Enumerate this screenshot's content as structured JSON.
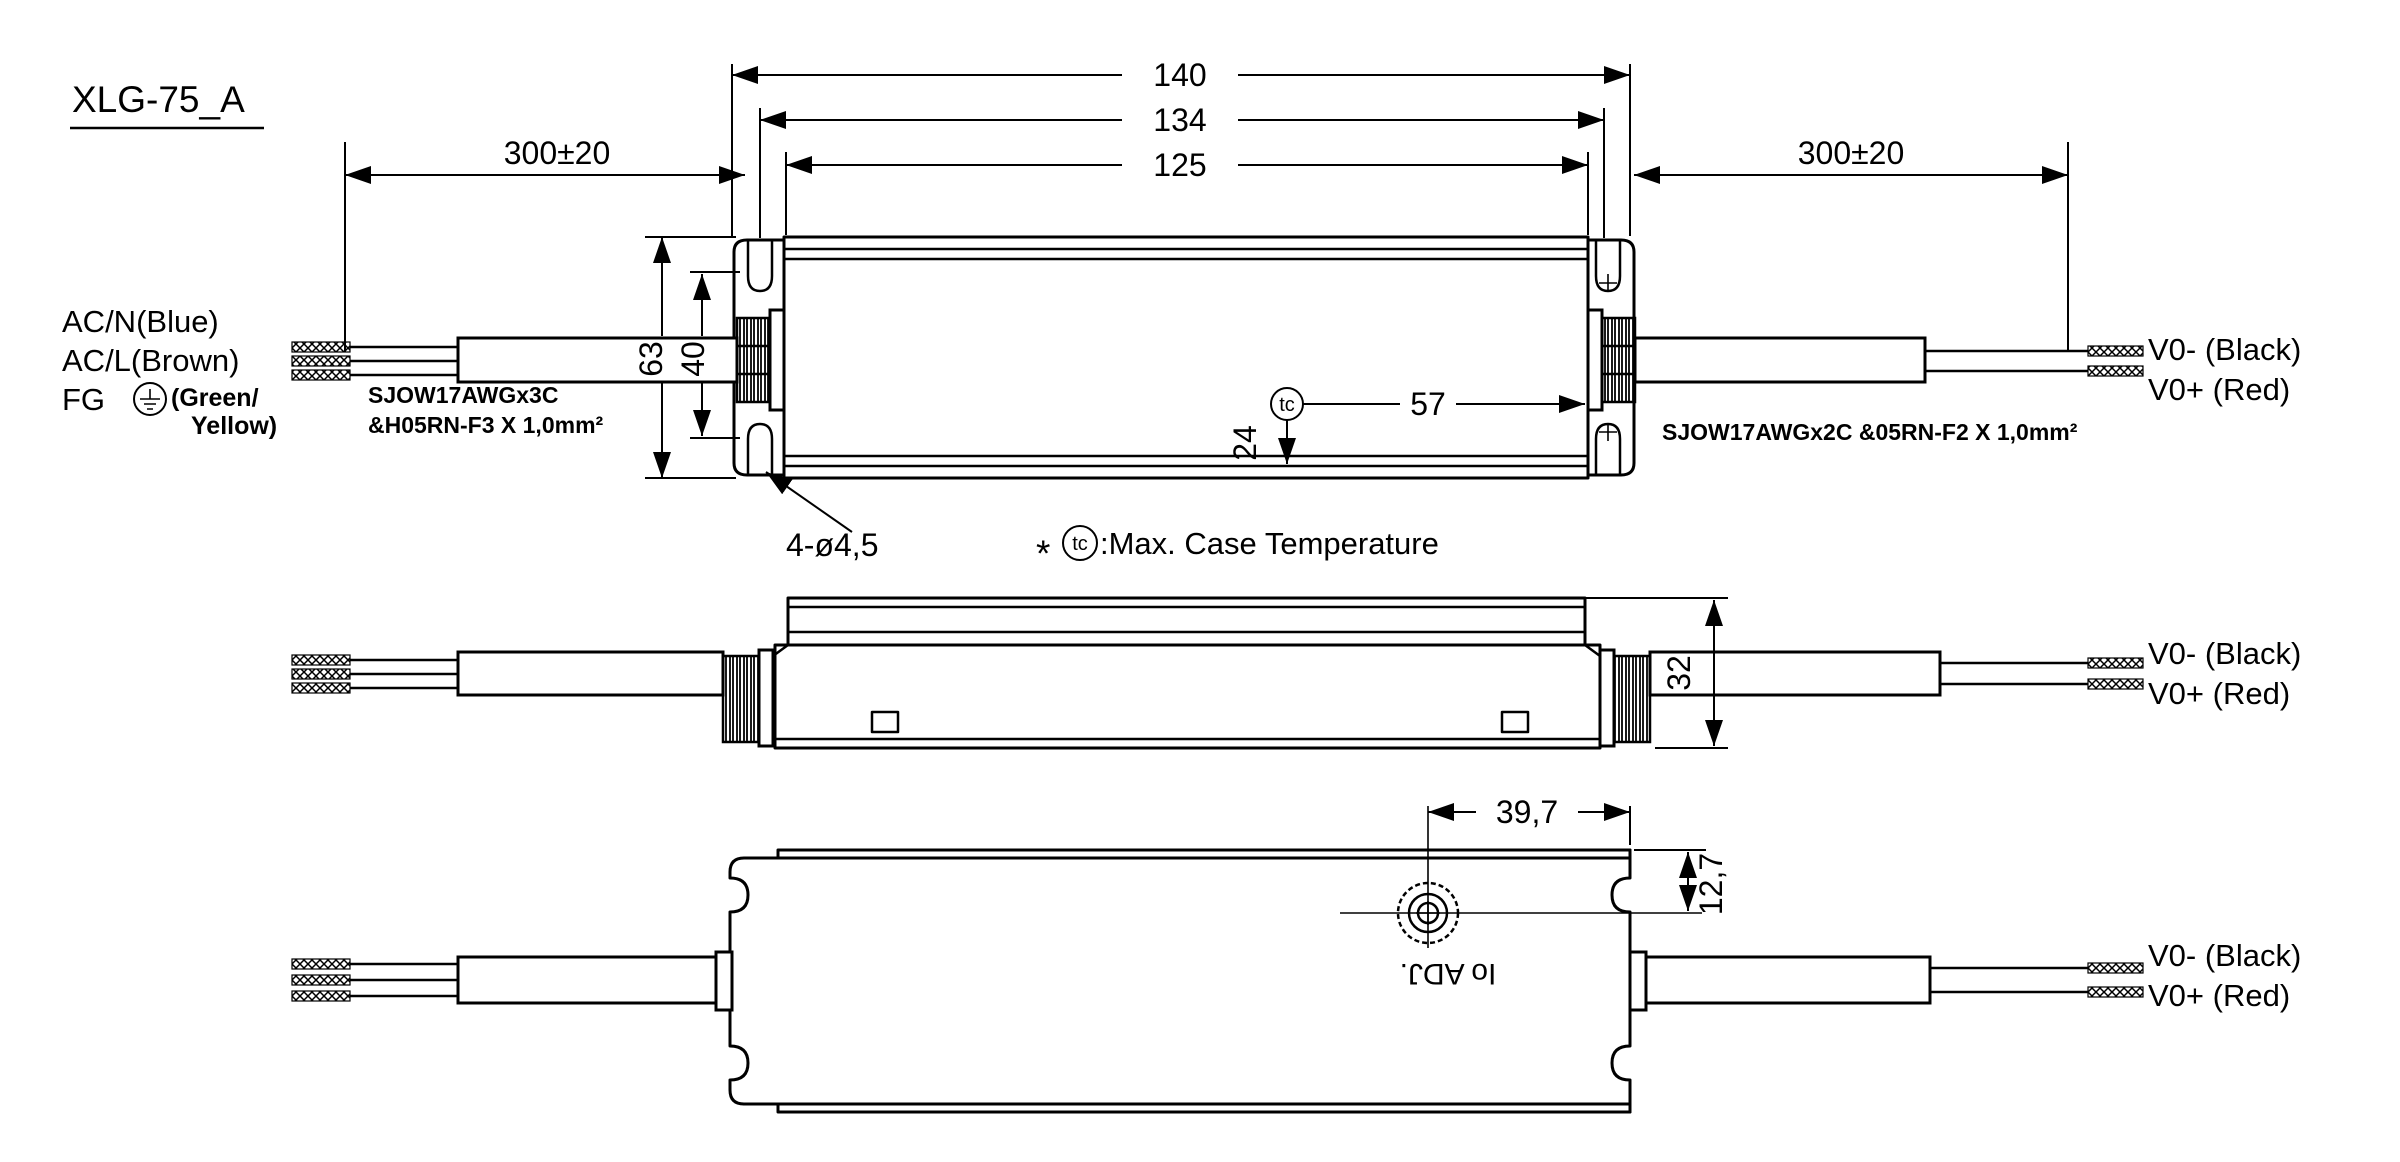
{
  "title": "XLG-75_A",
  "colors": {
    "line": "#000000",
    "background": "#ffffff"
  },
  "top_view": {
    "dim_140": "140",
    "dim_134": "134",
    "dim_125": "125",
    "dim_left_lead": "300±20",
    "dim_right_lead": "300±20",
    "dim_63": "63",
    "dim_40": "40",
    "dim_57": "57",
    "dim_24": "24",
    "mounting_holes": "4-ø4,5",
    "tc_balloon": "tc"
  },
  "side_view": {
    "dim_32": "32"
  },
  "bottom_view": {
    "dim_39_7": "39,7",
    "dim_12_7": "12,7",
    "io_adj": "Io ADJ."
  },
  "input": {
    "line_neutral": "AC/N(Blue)",
    "line_live": "AC/L(Brown)",
    "line_fg": "FG",
    "fg_color_1": "(Green/",
    "fg_color_2": "Yellow)",
    "cable_spec_line1": "SJOW17AWGx3C",
    "cable_spec_line2": "&H05RN-F3 X 1,0mm²"
  },
  "output": {
    "neg": "V0- (Black)",
    "pos": "V0+ (Red)",
    "cable_spec": "SJOW17AWGx2C &05RN-F2  X 1,0mm²"
  },
  "note": {
    "star": "*",
    "tc": "tc",
    "text": ":Max. Case Temperature"
  }
}
